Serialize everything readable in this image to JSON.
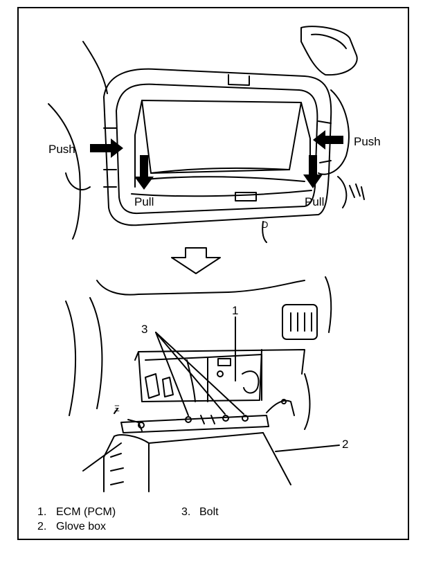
{
  "top_view": {
    "push_left": "Push",
    "push_right": "Push",
    "pull_left": "Pull",
    "pull_right": "Pull",
    "mark": "D"
  },
  "bottom_view": {
    "callouts": {
      "ecm": "1",
      "glove_box": "2",
      "bolts": "3"
    }
  },
  "legend": [
    {
      "num": "1.",
      "text": "ECM (PCM)"
    },
    {
      "num": "2.",
      "text": "Glove box"
    },
    {
      "num": "3.",
      "text": "Bolt"
    }
  ]
}
